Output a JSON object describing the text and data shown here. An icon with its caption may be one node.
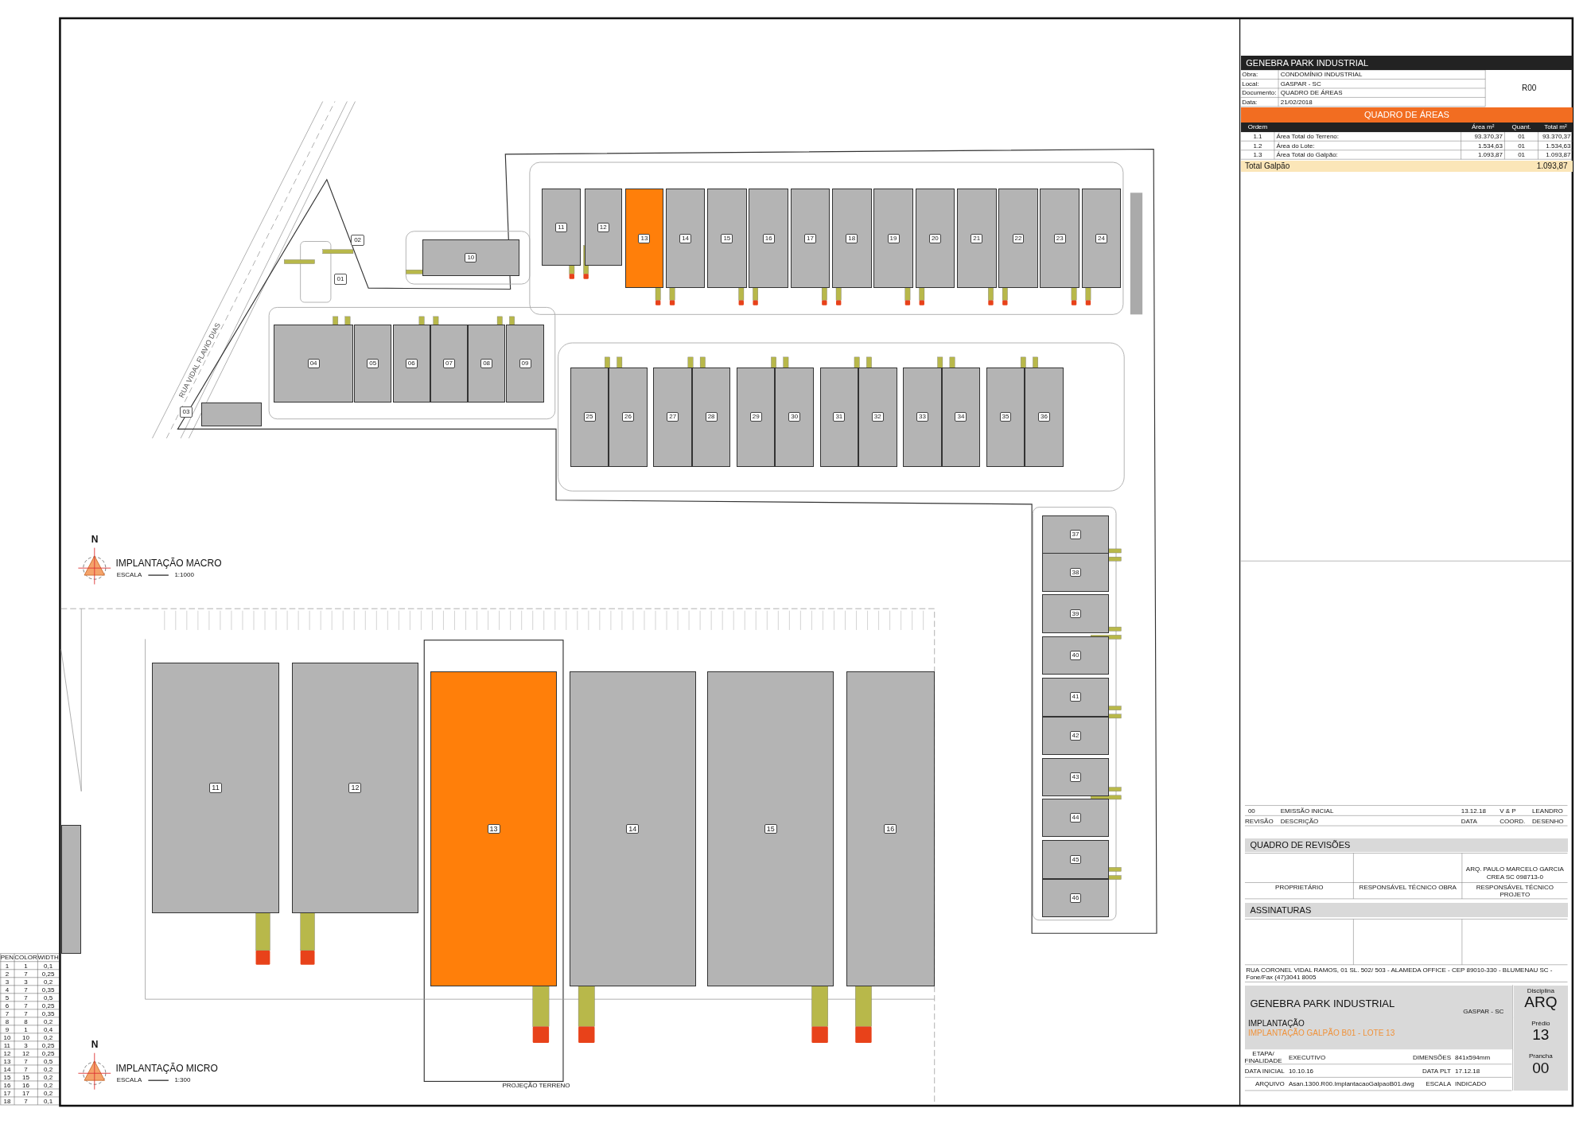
{
  "diagram": {
    "nodes": [
      {
        "text": [
          "01"
        ]
      },
      {
        "text": [
          "02"
        ]
      },
      {
        "text": [
          "03"
        ]
      },
      {
        "text": [],
        "shape": "box"
      },
      {
        "text": [
          "04"
        ]
      },
      {
        "text": [
          "05"
        ]
      },
      {
        "text": [
          "06"
        ]
      },
      {
        "text": [
          "07"
        ]
      },
      {
        "text": [
          "08"
        ]
      },
      {
        "text": [
          "09"
        ]
      },
      {
        "text": [
          "10"
        ]
      },
      {
        "text": [
          "11"
        ]
      },
      {
        "text": [
          "12"
        ]
      },
      {
        "text": [
          "13"
        ]
      },
      {
        "text": [
          "14"
        ]
      },
      {
        "text": [
          "15"
        ]
      },
      {
        "text": [
          "16"
        ]
      },
      {
        "text": [
          "17"
        ]
      },
      {
        "text": [
          "18"
        ]
      },
      {
        "text": [
          "19"
        ]
      },
      {
        "text": [
          "20"
        ]
      },
      {
        "text": [
          "21"
        ]
      },
      {
        "text": [
          "22"
        ]
      },
      {
        "text": [
          "23"
        ]
      },
      {
        "text": [
          "24"
        ]
      },
      {
        "text": [
          "25"
        ]
      },
      {
        "text": [
          "26"
        ]
      },
      {
        "text": [
          "27"
        ]
      },
      {
        "text": [
          "28"
        ]
      },
      {
        "text": [
          "29"
        ]
      },
      {
        "text": [
          "30"
        ]
      },
      {
        "text": [
          "31"
        ]
      },
      {
        "text": [
          "32"
        ]
      },
      {
        "text": [
          "33"
        ]
      },
      {
        "text": [
          "34"
        ]
      },
      {
        "text": [
          "35"
        ]
      },
      {
        "text": [
          "36"
        ]
      },
      {
        "text": [
          "37"
        ]
      },
      {
        "text": [
          "38"
        ]
      },
      {
        "text": [
          "39"
        ]
      },
      {
        "text": [
          "40"
        ]
      },
      {
        "text": [
          "41"
        ]
      },
      {
        "text": [
          "42"
        ]
      },
      {
        "text": [
          "43"
        ]
      },
      {
        "text": [
          "44"
        ]
      },
      {
        "text": [
          "45"
        ]
      },
      {
        "text": [
          "46"
        ]
      },
      {
        "text": [],
        "shape": "box"
      },
      {
        "text": [
          "11"
        ]
      },
      {
        "text": [
          "12"
        ]
      },
      {
        "text": [
          "13"
        ]
      },
      {
        "text": [
          "14"
        ]
      },
      {
        "text": [
          "15"
        ]
      },
      {
        "text": [
          "16"
        ]
      }
    ],
    "labels": [
      "RUA VIDAL FLAVIO DIAS",
      "N",
      "IMPLANTAÇÃO MACRO",
      "ESCALA",
      "1:1000",
      "N",
      "IMPLANTAÇÃO MICRO",
      "ESCALA",
      "1:300",
      "PROJEÇÃO TERRENO",
      "PEN",
      "COLOR",
      "WIDTH",
      "1",
      "1",
      "0,1",
      "2",
      "7",
      "0,25",
      "3",
      "3",
      "0,2",
      "4",
      "7",
      "0,35",
      "5",
      "7",
      "0,5",
      "6",
      "7",
      "0,25",
      "7",
      "7",
      "0,35",
      "8",
      "8",
      "0,2",
      "9",
      "1",
      "0,4",
      "10",
      "10",
      "0,2",
      "11",
      "3",
      "0,25",
      "12",
      "12",
      "0,25",
      "13",
      "7",
      "0,5",
      "14",
      "7",
      "0,2",
      "15",
      "15",
      "0,2",
      "16",
      "16",
      "0,2",
      "17",
      "17",
      "0,2",
      "18",
      "7",
      "0,1",
      "GENEBRA PARK INDUSTRIAL",
      "Obra:",
      "CONDOMÍNIO INDUSTRIAL",
      "Local:",
      "GASPAR - SC",
      "Documento:",
      "QUADRO DE ÁREAS",
      "Data:",
      "21/02/2018",
      "R00",
      "QUADRO DE ÁREAS",
      "Ordem",
      "Área m²",
      "Quant.",
      "Total m²",
      "1.1",
      "Área Total do Terreno:",
      "93.370,37",
      "01",
      "93.370,37",
      "1.2",
      "Área do Lote:",
      "1.534,63",
      "01",
      "1.534,63",
      "1.3",
      "Área Total do Galpão:",
      "1.093,87",
      "01",
      "1.093,87",
      "Total Galpão",
      "1.093,87",
      "00",
      "EMISSÃO INICIAL",
      "13.12.18",
      "V & P",
      "LEANDRO",
      "REVISÃO",
      "DESCRIÇÃO",
      "DATA",
      "COORD.",
      "DESENHO",
      "QUADRO DE REVISÕES",
      "ARQ. PAULO MARCELO GARCIA",
      "CREA SC 098713-0",
      "PROPRIETÁRIO",
      "RESPONSÁVEL TÉCNICO OBRA",
      "RESPONSÁVEL TÉCNICO PROJETO",
      "ASSINATURAS",
      "RUA CORONEL VIDAL RAMOS, 01 SL. 502/ 503 - ALAMEDA OFFICE - CEP 89010-330 - BLUMENAU SC - Fone/Fax (47)3041 8005",
      "GENEBRA PARK INDUSTRIAL",
      "GASPAR - SC",
      "Disciplina",
      "ARQ",
      "IMPLANTAÇÃO",
      "IMPLANTAÇÃO GALPÃO B01 - LOTE 13",
      "Prédio",
      "13",
      "ETAPA/ FINALIDADE",
      "EXECUTIVO",
      "DIMENSÕES",
      "841x594mm",
      "Prancha",
      "00",
      "DATA INICIAL",
      "10.10.16",
      "DATA PLT",
      "17.12.18",
      "ARQUIVO",
      "Asan.1300.R00.ImplantacaoGalpaoB01.dwg",
      "ESCALA",
      "INDICADO"
    ]
  }
}
